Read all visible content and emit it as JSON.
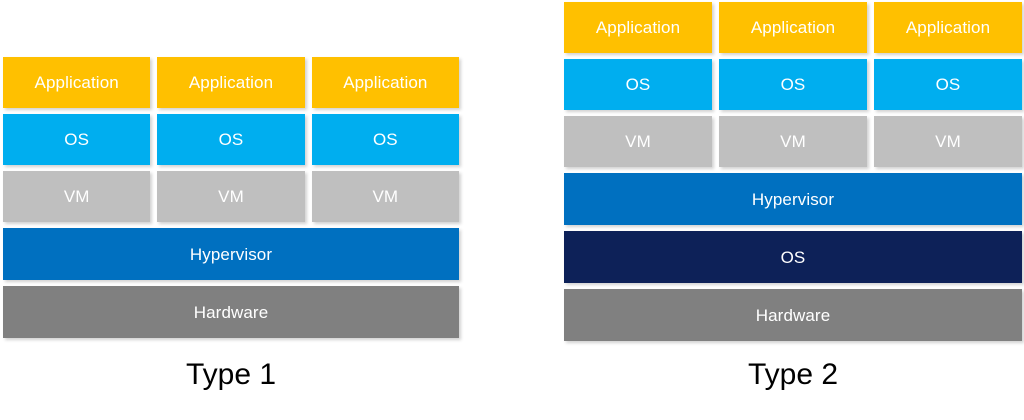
{
  "page": {
    "background": "#ffffff",
    "title": "Hypervisor types comparison diagram"
  },
  "colors": {
    "application": "#FFC000",
    "os": "#00AEEF",
    "vm": "#BFBFBF",
    "hypervisor": "#0070C0",
    "host_os": "#0D2158",
    "hardware": "#808080",
    "label_text": "#000000",
    "box_text": "#FFFFFF"
  },
  "diagrams": [
    {
      "id": "type1",
      "caption": "Type 1",
      "columns": 3,
      "rows": [
        {
          "kind": "columns",
          "label": "Application",
          "color_key": "application",
          "cells": [
            "Application",
            "Application",
            "Application"
          ]
        },
        {
          "kind": "columns",
          "label": "OS",
          "color_key": "os",
          "cells": [
            "OS",
            "OS",
            "OS"
          ]
        },
        {
          "kind": "columns",
          "label": "VM",
          "color_key": "vm",
          "cells": [
            "VM",
            "VM",
            "VM"
          ]
        },
        {
          "kind": "full",
          "label": "Hypervisor",
          "color_key": "hypervisor"
        },
        {
          "kind": "full",
          "label": "Hardware",
          "color_key": "hardware"
        }
      ]
    },
    {
      "id": "type2",
      "caption": "Type 2",
      "columns": 3,
      "rows": [
        {
          "kind": "columns",
          "label": "Application",
          "color_key": "application",
          "cells": [
            "Application",
            "Application",
            "Application"
          ]
        },
        {
          "kind": "columns",
          "label": "OS",
          "color_key": "os",
          "cells": [
            "OS",
            "OS",
            "OS"
          ]
        },
        {
          "kind": "columns",
          "label": "VM",
          "color_key": "vm",
          "cells": [
            "VM",
            "VM",
            "VM"
          ]
        },
        {
          "kind": "full",
          "label": "Hypervisor",
          "color_key": "hypervisor"
        },
        {
          "kind": "full",
          "label": "OS",
          "color_key": "host_os"
        },
        {
          "kind": "full",
          "label": "Hardware",
          "color_key": "hardware"
        }
      ]
    }
  ]
}
